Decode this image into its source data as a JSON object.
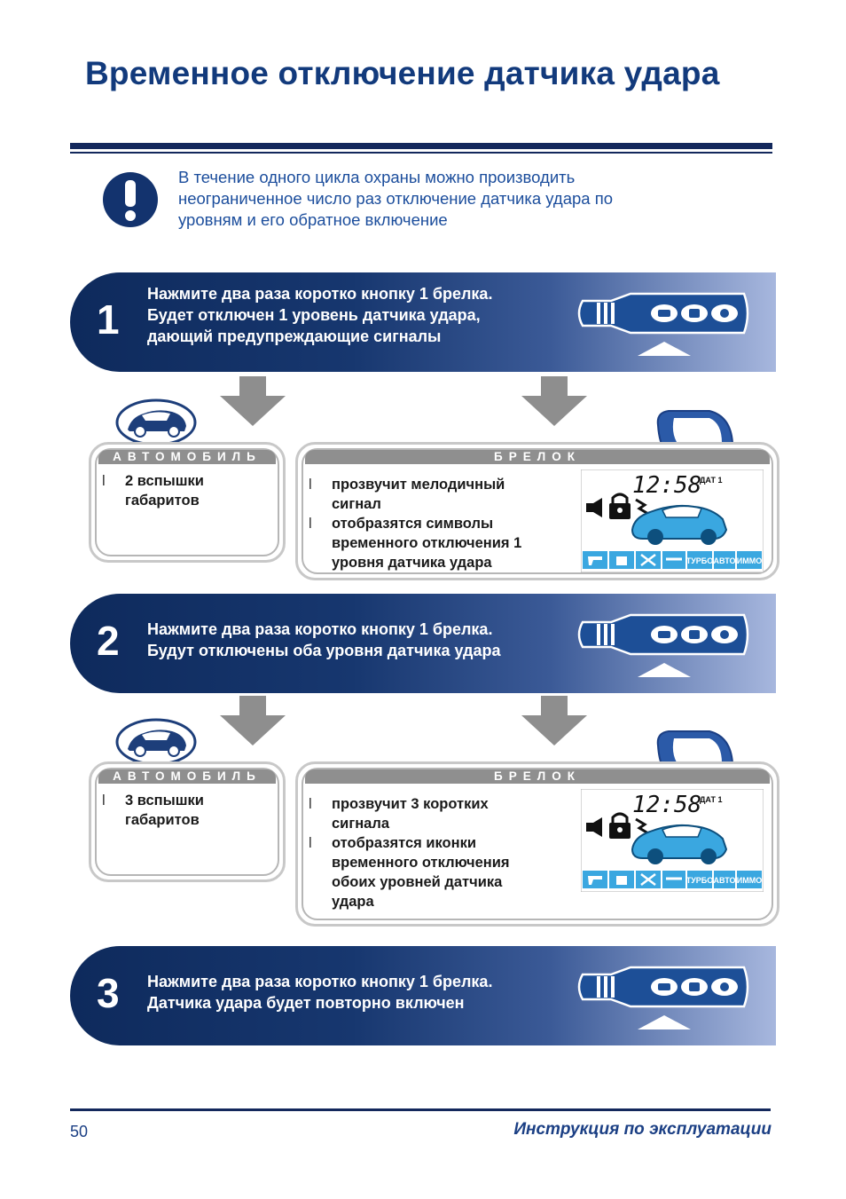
{
  "title": "Временное отключение датчика удара",
  "note": [
    "В течение одного цикла охраны можно производить",
    "неограниченное число раз отключение датчика удара по",
    "уровням и его обратное включение"
  ],
  "steps": [
    {
      "number": "1",
      "lines": [
        "Нажмите два раза коротко кнопку 1 брелка.",
        "Будет отключен 1 уровень датчика удара,",
        "дающий предупреждающие сигналы"
      ]
    },
    {
      "number": "2",
      "lines": [
        "Нажмите два раза коротко кнопку 1 брелка.",
        "Будут отключены оба уровня датчика удара"
      ]
    },
    {
      "number": "3",
      "lines": [
        "Нажмите два раза коротко кнопку 1 брелка.",
        "Датчика удара будет повторно включен"
      ]
    }
  ],
  "car_header": "АВТОМОБИЛЬ",
  "fob_header": "БРЕЛОК",
  "results": [
    {
      "car": [
        [
          "2 вспышки",
          "габаритов"
        ]
      ],
      "fob": [
        [
          "прозвучит мелодичный",
          "сигнал"
        ],
        [
          "отобразятся символы",
          "временного отключения 1",
          "уровня датчика удара"
        ]
      ]
    },
    {
      "car": [
        [
          "3 вспышки",
          "габаритов"
        ]
      ],
      "fob": [
        [
          "прозвучит 3 коротких",
          "сигнала"
        ],
        [
          "отобразятся иконки",
          "временного отключения",
          "обоих уровней датчика",
          "удара"
        ]
      ]
    }
  ],
  "lcd": {
    "time": "12:58",
    "sensor_label": "ДАТ 1",
    "bottom_icons": [
      "gun-icon",
      "lock-icon",
      "tools-icon",
      "wrench-icon",
      "ТУРБО",
      "АВТО",
      "ИММО"
    ]
  },
  "footer": {
    "page_number": "50",
    "text": "Инструкция по эксплуатации"
  },
  "colors": {
    "navy": "#13285c",
    "title_blue": "#123a7c",
    "note_blue": "#1b4d9c",
    "lcd_blue": "#3aa7e0"
  }
}
